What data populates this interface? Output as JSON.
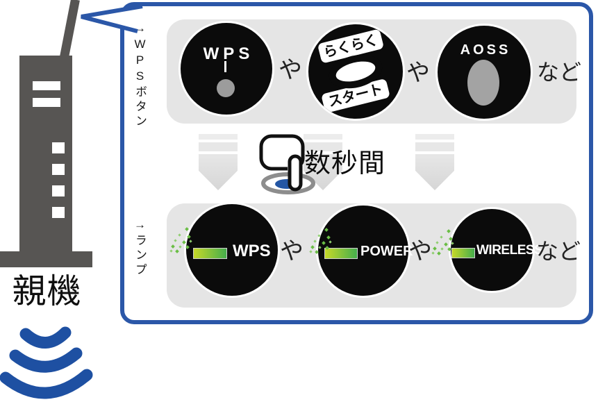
{
  "device": {
    "label": "親機"
  },
  "callout": {
    "side_labels": {
      "buttons": "→WPSボタン",
      "lamps": "→ランプ"
    },
    "buttons_row": {
      "wps_label": "WPS",
      "or_1": "や",
      "rakuraku_top": "らくらく",
      "rakuraku_bottom": "スタート",
      "or_2": "や",
      "aoss_label": "AOSS",
      "etc": "など"
    },
    "press": {
      "duration_label": "数秒間"
    },
    "lamps_row": {
      "lamps": [
        {
          "label": "WPS"
        },
        {
          "label": "POWER"
        },
        {
          "label": "WIRELESS"
        }
      ],
      "or_1": "や",
      "or_2": "や",
      "etc": "など"
    }
  },
  "colors": {
    "callout_border": "#2b57a8",
    "wifi_wave": "#1e50a2",
    "press_point": "#2456a4",
    "router_gray": "#575553",
    "panel_gray": "#e5e5e5",
    "button_black": "#0b0b0b",
    "button_gray_dot": "#9c9c9c",
    "aoss_oval_gray": "#a3a3a3",
    "lamp_green_start": "#c6d829",
    "lamp_green_end": "#45ae4c",
    "sparkle_green": "#6abd45"
  }
}
